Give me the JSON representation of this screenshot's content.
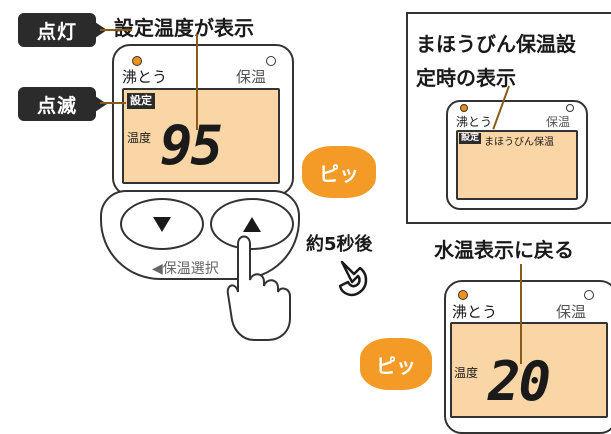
{
  "colors": {
    "lcd": "#fad5a5",
    "lamp_on": "#f0901a",
    "pip": "#f39a27",
    "tag": "#2b2b2b"
  },
  "callouts": {
    "lit": "点灯",
    "blink": "点滅"
  },
  "main_display": {
    "heading": "設定温度が表示",
    "mode_boil": "沸とう",
    "mode_keep": "保温",
    "setting_badge": "設定",
    "temp_label": "温度",
    "temp_value": "95",
    "sound": "ピッ",
    "button_down_icon": "triangle-down",
    "button_up_icon": "triangle-up",
    "select_label": "◀保温選択"
  },
  "wait": {
    "label": "約5秒後"
  },
  "timer_display": {
    "heading_line1": "まほうびん保温設",
    "heading_line2": "定時の表示",
    "mode_boil": "沸とう",
    "mode_keep": "保温",
    "setting_badge": "設定",
    "mode_name": "まほうびん保温"
  },
  "return_display": {
    "heading": "水温表示に戻る",
    "mode_boil": "沸とう",
    "mode_keep": "保温",
    "temp_label": "温度",
    "temp_value": "20",
    "sound": "ピッ"
  }
}
